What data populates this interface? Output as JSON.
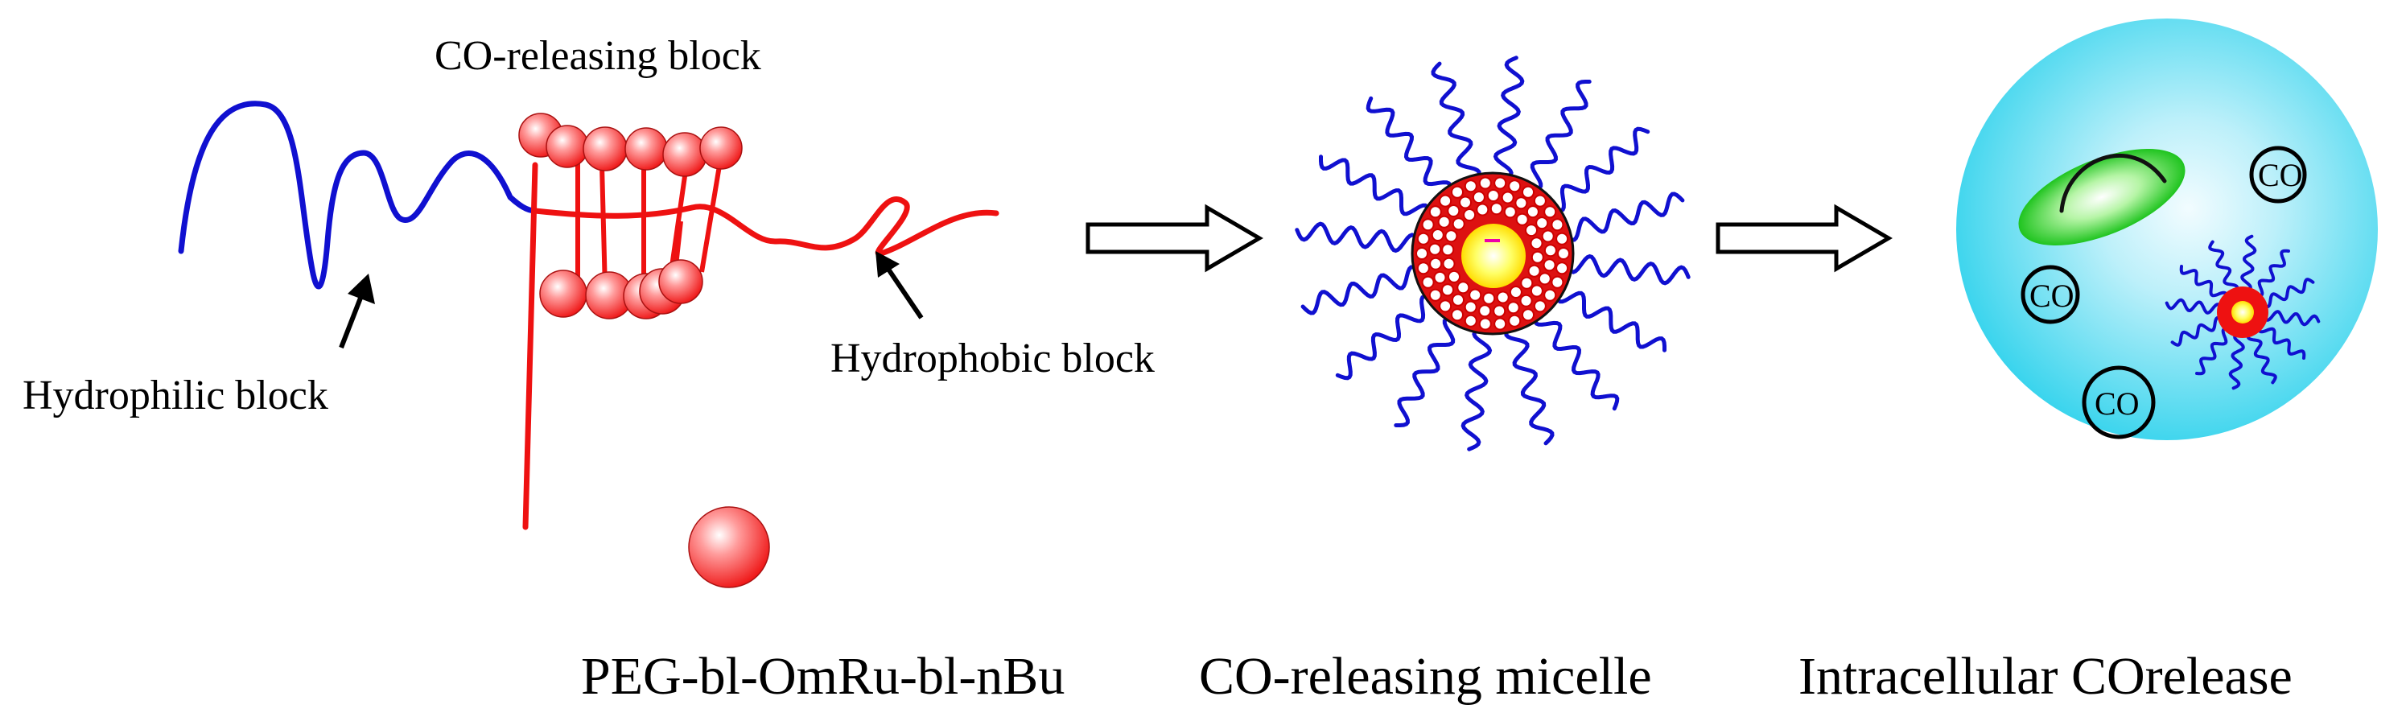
{
  "labels": {
    "co_releasing_block": "CO-releasing block",
    "hydrophilic_block": "Hydrophilic block",
    "hydrophobic_block": "Hydrophobic block"
  },
  "captions": {
    "polymer": "PEG-bl-OmRu-bl-nBu",
    "micelle": "CO-releasing micelle",
    "cell": "Intracellular COrelease"
  },
  "cell_co": [
    "CO",
    "CO",
    "CO"
  ],
  "colors": {
    "hydrophilic": "#1010d0",
    "hydrophobic": "#ee1111",
    "cell": "#38d6ee",
    "organelle": "#22cc22",
    "core": "#ffee00"
  }
}
